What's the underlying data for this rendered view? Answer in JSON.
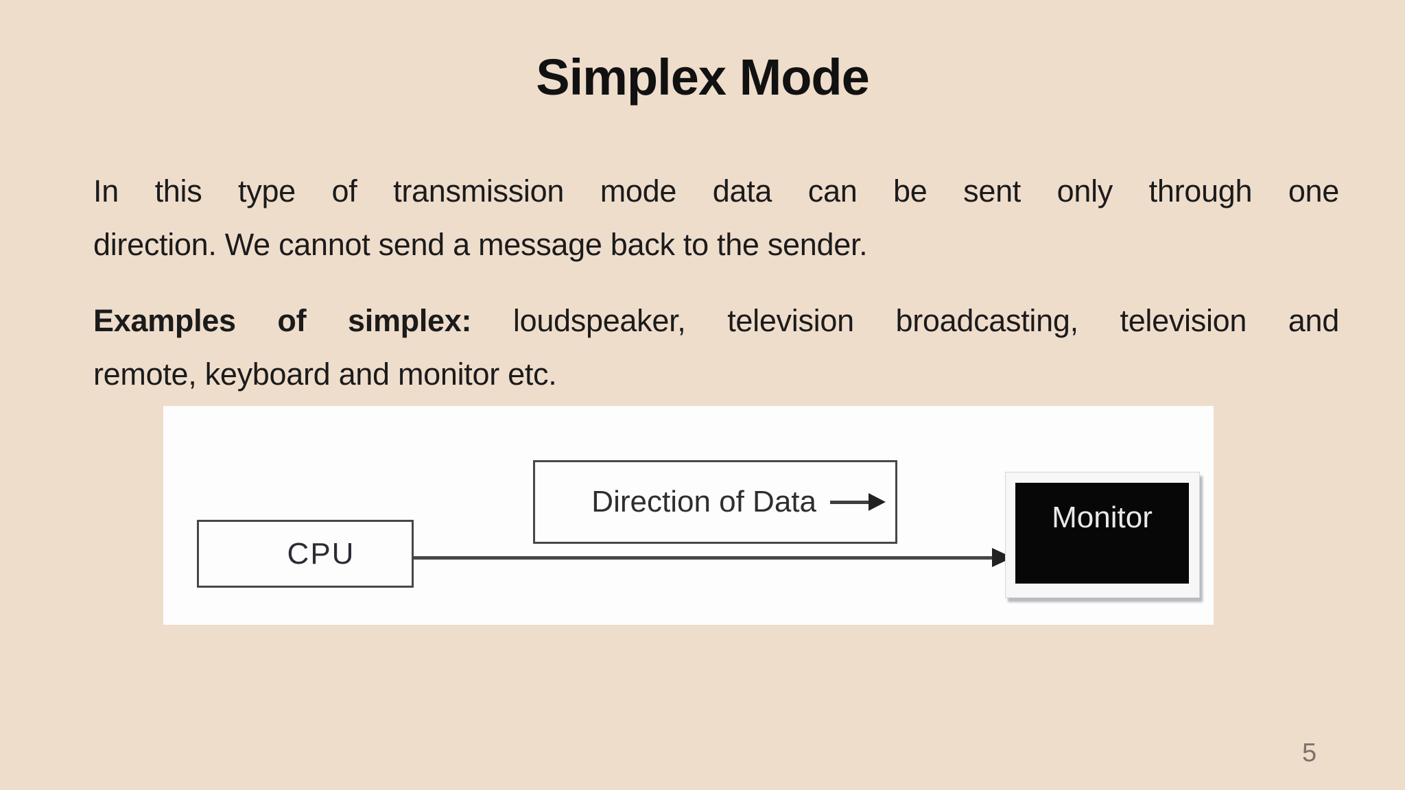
{
  "slide": {
    "title": "Simplex Mode",
    "page_number": "5",
    "paragraph1": {
      "line1": "In this type of transmission mode data can be sent only through one",
      "line2": "direction. We cannot send a message back to the sender."
    },
    "paragraph2": {
      "bold_lead": "Examples of simplex:",
      "line1_rest": " loudspeaker, television broadcasting, television and",
      "line2": "remote, keyboard and monitor etc."
    },
    "diagram": {
      "cpu_label": "CPU",
      "direction_label": "Direction of Data",
      "monitor_label": "Monitor",
      "direction_arrow_icon": "right-arrow",
      "data_flow_arrow_icon": "right-arrow"
    },
    "colors": {
      "background": "#efddcc",
      "panel": "#fdfdfd",
      "body_text": "#1b1b1b",
      "box_border": "#474747",
      "monitor_background": "#070707",
      "monitor_text": "#e9e9ea",
      "page_number": "#7b7268"
    }
  }
}
